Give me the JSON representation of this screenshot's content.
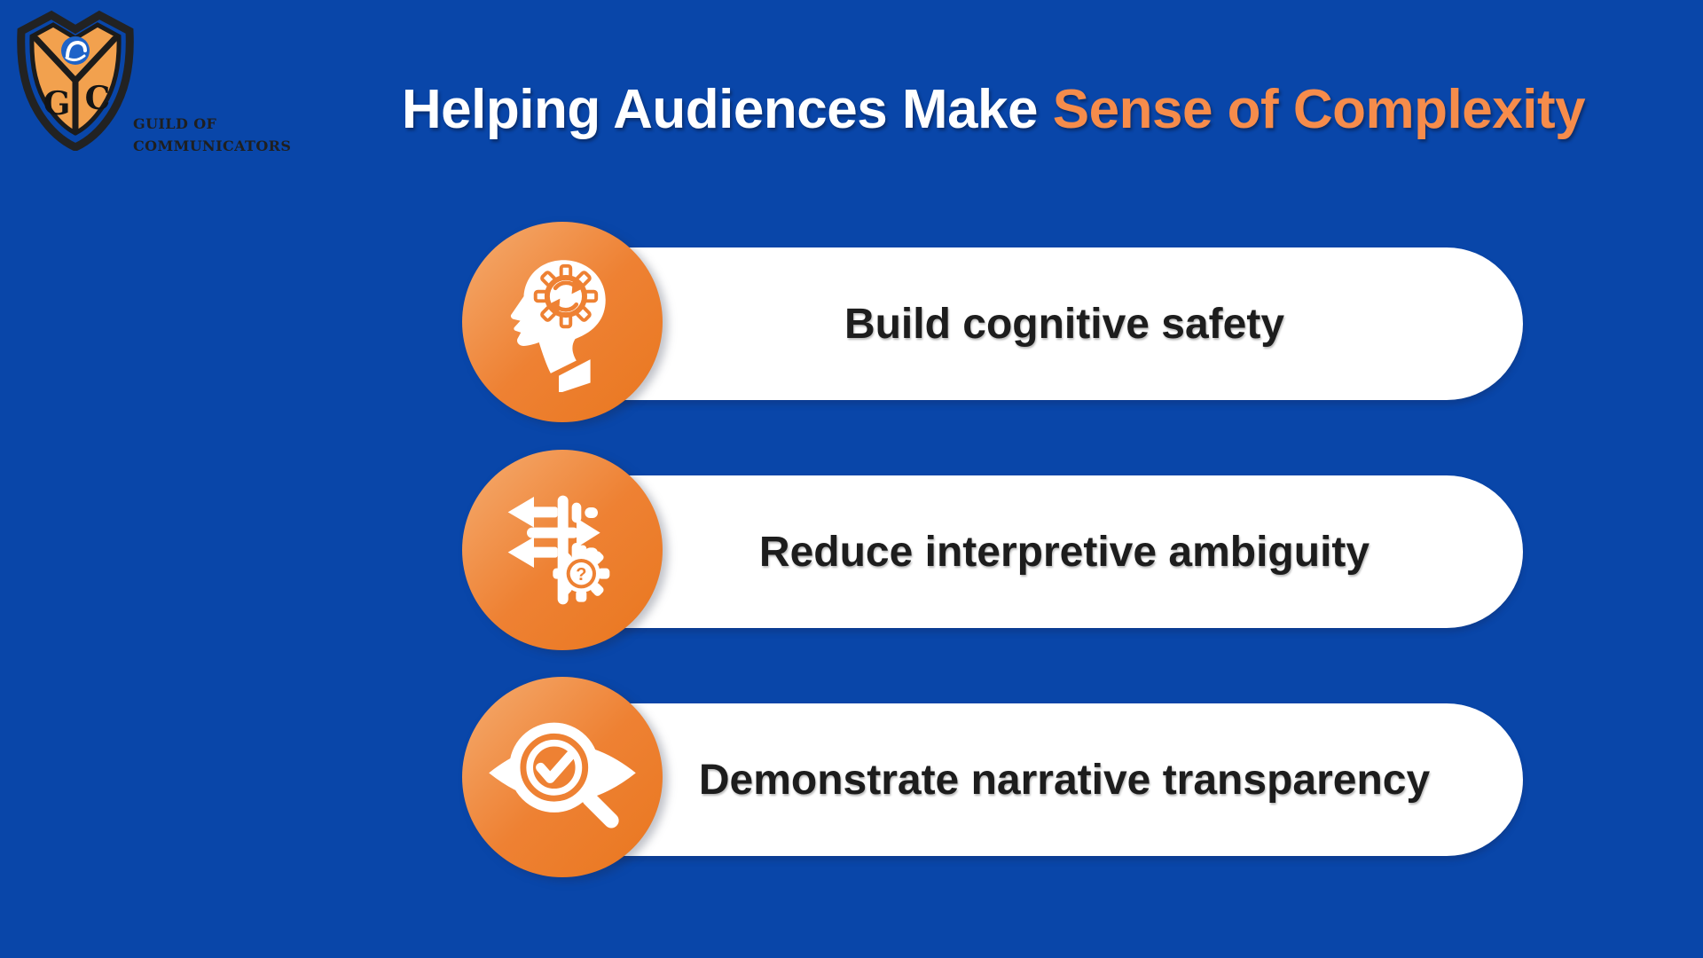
{
  "logo": {
    "monogram_left": "G",
    "monogram_right": "C",
    "org_line1": "GUILD OF",
    "org_line2": "COMMUNICATORS"
  },
  "title": {
    "white_part": "Helping Audiences Make",
    "orange_part": "Sense of Complexity"
  },
  "items": [
    {
      "label": "Build cognitive safety",
      "icon": "head-gears-icon"
    },
    {
      "label": "Reduce interpretive ambiguity",
      "icon": "signpost-gear-question-icon"
    },
    {
      "label": "Demonstrate narrative transparency",
      "icon": "eye-magnifier-check-icon"
    }
  ],
  "icon_glyphs": {
    "question_mark": "?"
  },
  "colors": {
    "background": "#0946A9",
    "accent_orange": "#F68C4B",
    "icon_orange": "#EE8133",
    "grad_start": "#F5AC70",
    "grad_end": "#E9771F",
    "pill_white": "#FFFFFF",
    "text_dark": "#1D1D1D",
    "logo_shield_orange": "#F2A14E",
    "logo_swirl_blue": "#1E63C8",
    "logo_ink": "#1F1F1F"
  }
}
